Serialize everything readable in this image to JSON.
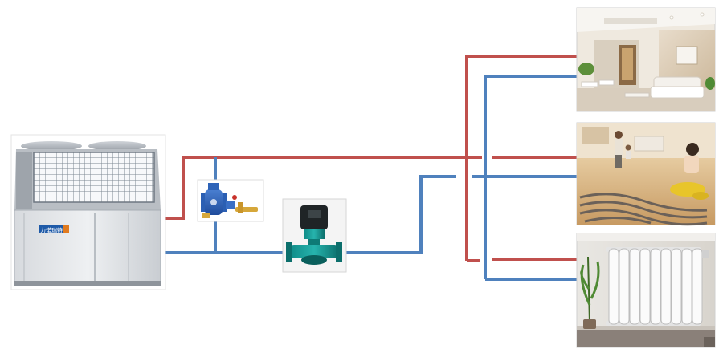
{
  "diagram": {
    "nodes": [
      {
        "name": "heat-pump-unit",
        "logo_text": "力诺瑞特"
      },
      {
        "name": "valve"
      },
      {
        "name": "circulation-pump"
      },
      {
        "name": "living-room"
      },
      {
        "name": "floor-heating-room"
      },
      {
        "name": "radiator-room"
      }
    ],
    "pipes": [
      {
        "name": "supply",
        "color": "#c0504d"
      },
      {
        "name": "return",
        "color": "#4f81bd"
      }
    ]
  }
}
